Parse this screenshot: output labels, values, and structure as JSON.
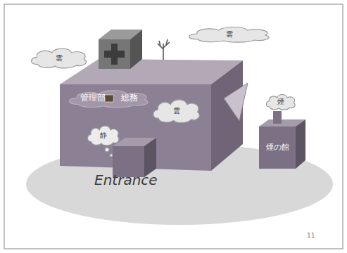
{
  "diagram": {
    "nodes": [
      {
        "text": [
          "雲"
        ]
      },
      {
        "text": [
          "雲"
        ]
      },
      {
        "text": [
          "管理部",
          "総務"
        ]
      },
      {
        "text": [
          "雲"
        ]
      },
      {
        "text": [
          "静"
        ]
      },
      {
        "text": [
          "煙"
        ]
      },
      {
        "text": [
          "煙の館"
        ]
      }
    ],
    "labels": [
      "Entrance",
      "11"
    ]
  }
}
